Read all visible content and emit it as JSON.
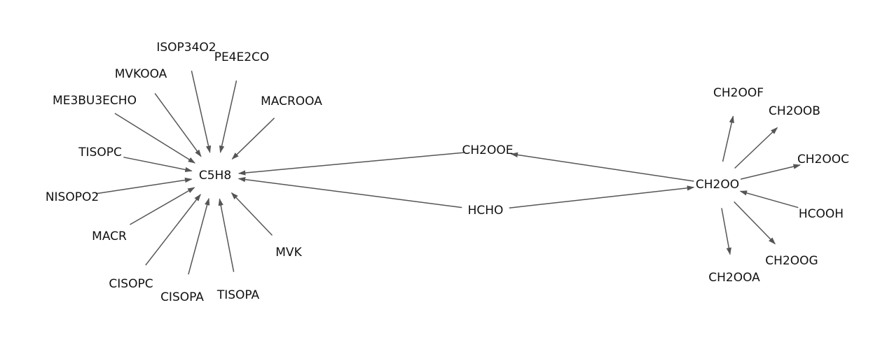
{
  "colors": {
    "background": "#ffffff",
    "edge": "#555555",
    "text": "#111111"
  },
  "nodes": {
    "C5H8": "C5H8",
    "ISOP34O2": "ISOP34O2",
    "PE4E2CO": "PE4E2CO",
    "MVKOOA": "MVKOOA",
    "MACROOA": "MACROOA",
    "ME3BU3ECHO": "ME3BU3ECHO",
    "TISOPC": "TISOPC",
    "NISOPO2": "NISOPO2",
    "MACR": "MACR",
    "CISOPC": "CISOPC",
    "CISOPA": "CISOPA",
    "TISOPA": "TISOPA",
    "MVK": "MVK",
    "CH2OOE": "CH2OOE",
    "HCHO": "HCHO",
    "CH2OO": "CH2OO",
    "CH2OOF": "CH2OOF",
    "CH2OOB": "CH2OOB",
    "CH2OOC": "CH2OOC",
    "HCOOH": "HCOOH",
    "CH2OOG": "CH2OOG",
    "CH2OOA": "CH2OOA"
  },
  "edges": [
    [
      "ISOP34O2",
      "C5H8"
    ],
    [
      "PE4E2CO",
      "C5H8"
    ],
    [
      "MVKOOA",
      "C5H8"
    ],
    [
      "MACROOA",
      "C5H8"
    ],
    [
      "ME3BU3ECHO",
      "C5H8"
    ],
    [
      "TISOPC",
      "C5H8"
    ],
    [
      "NISOPO2",
      "C5H8"
    ],
    [
      "MACR",
      "C5H8"
    ],
    [
      "CISOPC",
      "C5H8"
    ],
    [
      "CISOPA",
      "C5H8"
    ],
    [
      "TISOPA",
      "C5H8"
    ],
    [
      "MVK",
      "C5H8"
    ],
    [
      "CH2OOE",
      "C5H8"
    ],
    [
      "HCHO",
      "C5H8"
    ],
    [
      "CH2OO",
      "CH2OOE"
    ],
    [
      "HCHO",
      "CH2OO"
    ],
    [
      "CH2OO",
      "CH2OOF"
    ],
    [
      "CH2OO",
      "CH2OOB"
    ],
    [
      "CH2OO",
      "CH2OOC"
    ],
    [
      "HCOOH",
      "CH2OO"
    ],
    [
      "CH2OO",
      "CH2OOG"
    ],
    [
      "CH2OO",
      "CH2OOA"
    ]
  ]
}
